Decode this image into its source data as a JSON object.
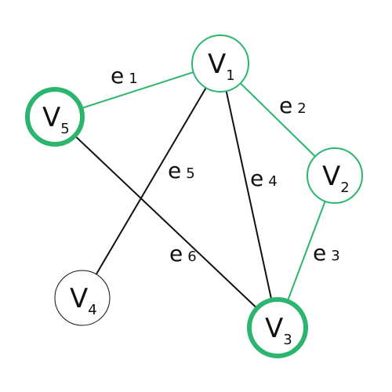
{
  "colors": {
    "highlight": "#2bb56f",
    "default": "#111111",
    "background": "#ffffff"
  },
  "nodes": [
    {
      "id": "V1",
      "letter": "V",
      "sub": "1",
      "highlight": "green-thin"
    },
    {
      "id": "V2",
      "letter": "V",
      "sub": "2",
      "highlight": "green-thin"
    },
    {
      "id": "V3",
      "letter": "V",
      "sub": "3",
      "highlight": "green-thick"
    },
    {
      "id": "V4",
      "letter": "V",
      "sub": "4",
      "highlight": "none"
    },
    {
      "id": "V5",
      "letter": "V",
      "sub": "5",
      "highlight": "green-thick"
    }
  ],
  "edges": [
    {
      "id": "e1",
      "letter": "e",
      "sub": "1",
      "from": "V5",
      "to": "V1",
      "highlight": true
    },
    {
      "id": "e2",
      "letter": "e",
      "sub": "2",
      "from": "V1",
      "to": "V2",
      "highlight": true
    },
    {
      "id": "e3",
      "letter": "e",
      "sub": "3",
      "from": "V2",
      "to": "V3",
      "highlight": true
    },
    {
      "id": "e4",
      "letter": "e",
      "sub": "4",
      "from": "V1",
      "to": "V3",
      "highlight": false
    },
    {
      "id": "e5",
      "letter": "e",
      "sub": "5",
      "from": "V1",
      "to": "V4",
      "highlight": false
    },
    {
      "id": "e6",
      "letter": "e",
      "sub": "6",
      "from": "V5",
      "to": "V3",
      "highlight": false
    }
  ]
}
